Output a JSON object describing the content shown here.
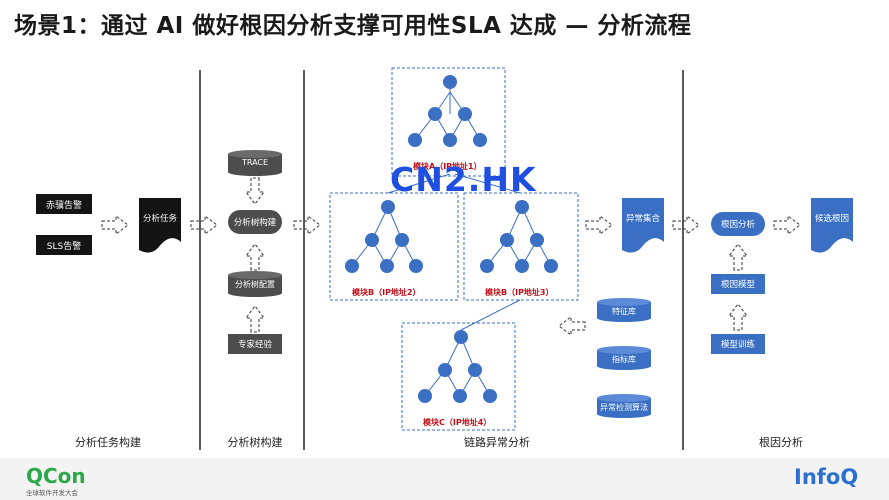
{
  "title": "场景1：通过 AI 做好根因分析支撑可用性SLA 达成 — 分析流程",
  "watermark": "CN2.HK",
  "columns": [
    "分析任务构建",
    "分析树构建",
    "链路异常分析",
    "根因分析"
  ],
  "alerts": [
    "赤骥告警",
    "SLS告警"
  ],
  "task": "分析任务",
  "tree_build": {
    "trace": "TRACE",
    "build": "分析树构建",
    "config": "分析树配置",
    "expert": "专家经验"
  },
  "modules": [
    "模块A（IP地址1）",
    "模块B（IP地址2）",
    "模块B（IP地址3）",
    "模块C（IP地址4）"
  ],
  "libraries": [
    "特征库",
    "指标库",
    "异常检测算法"
  ],
  "anomaly_set": "异常集合",
  "root_cause": {
    "analysis": "根因分析",
    "model": "根因模型",
    "training": "模型训练",
    "candidates": "候选根因"
  },
  "footer": {
    "qcon": "QCon",
    "qcon_sub": "全球软件开发大会",
    "infoq": "InfoQ"
  }
}
